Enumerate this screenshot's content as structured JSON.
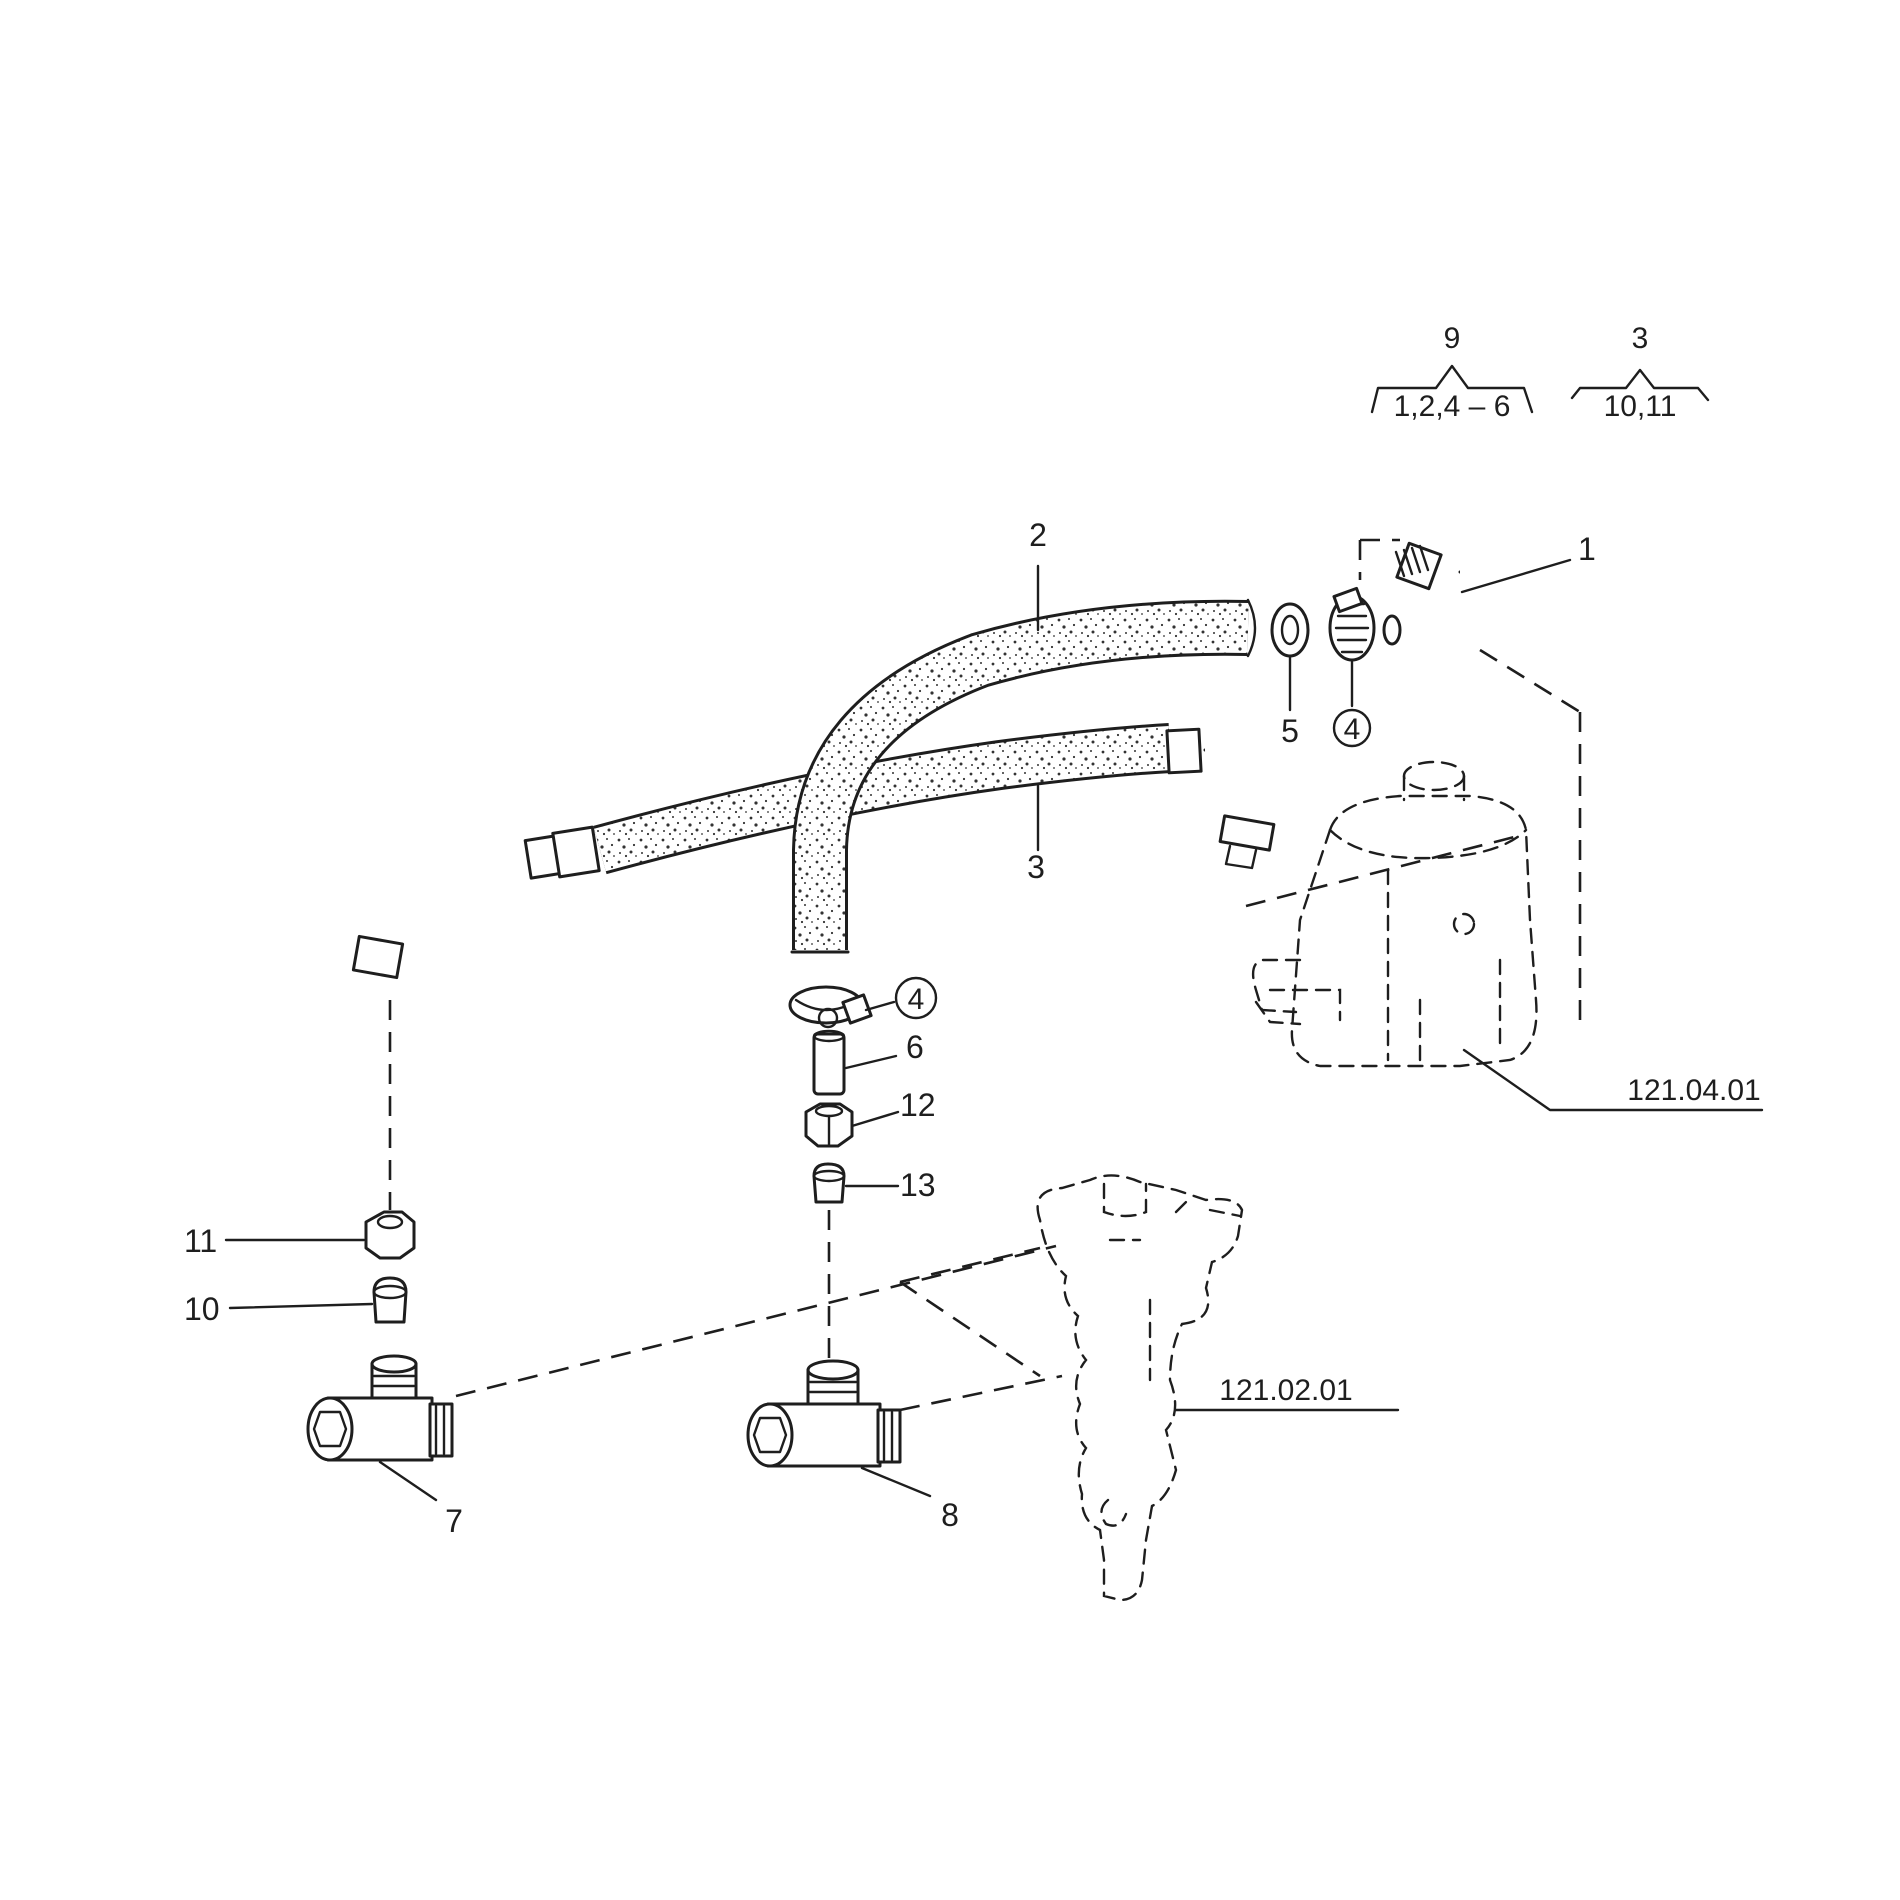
{
  "title_blocks": [
    {
      "top": "9",
      "bottom": "1,2,4 – 6"
    },
    {
      "top": "3",
      "bottom": "10,11"
    }
  ],
  "callouts": {
    "c1": "1",
    "c2": "2",
    "c3": "3",
    "c4a": "4",
    "c4b": "4",
    "c5": "5",
    "c6": "6",
    "c7": "7",
    "c8": "8",
    "c10": "10",
    "c11": "11",
    "c12": "12",
    "c13": "13"
  },
  "references": {
    "pump": "121.04.01",
    "block": "121.02.01"
  },
  "colors": {
    "ink": "#1e1e1e",
    "paper": "#ffffff"
  }
}
